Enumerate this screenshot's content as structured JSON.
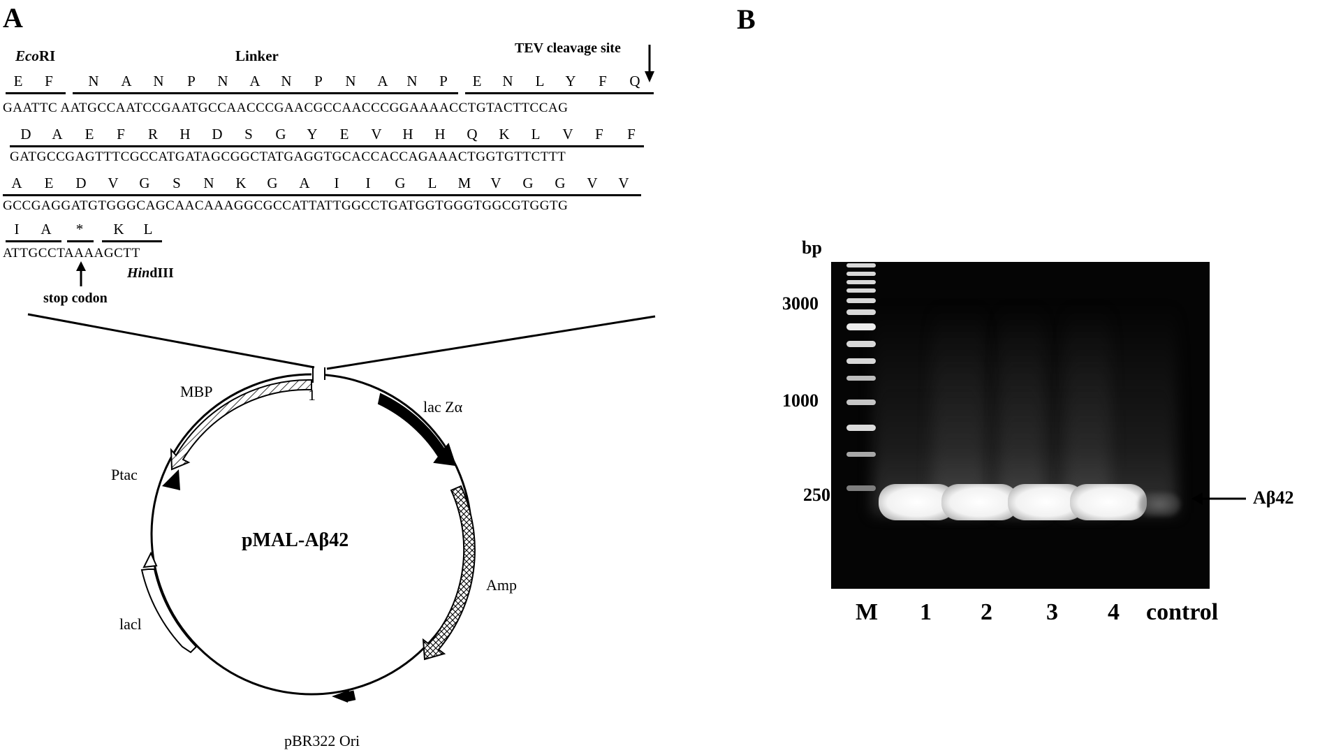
{
  "panel_a": {
    "letter": "A",
    "ecori_italic": "Eco",
    "ecori_rest": "RI",
    "linker": "Linker",
    "tev": "TEV cleavage site",
    "row1_aa": [
      "E",
      "F",
      "N",
      "A",
      "N",
      "P",
      "N",
      "A",
      "N",
      "P",
      "N",
      "A",
      "N",
      "P",
      "E",
      "N",
      "L",
      "Y",
      "F",
      "Q"
    ],
    "row1_seq": "GAATTC AATGCCAATCCGAATGCCAACCCGAACGCCAACCCGGAAAACCTGTACTTCCAG",
    "row2_aa": [
      "D",
      "A",
      "E",
      "F",
      "R",
      "H",
      "D",
      "S",
      "G",
      "Y",
      "E",
      "V",
      "H",
      "H",
      "Q",
      "K",
      "L",
      "V",
      "F",
      "F"
    ],
    "row2_seq": "GATGCCGAGTTTCGCCATGATAGCGGCTATGAGGTGCACCACCAGAAACTGGTGTTCTTT",
    "row3_aa": [
      "A",
      "E",
      "D",
      "V",
      "G",
      "S",
      "N",
      "K",
      "G",
      "A",
      "I",
      "I",
      "G",
      "L",
      "M",
      "V",
      "G",
      "G",
      "V",
      "V"
    ],
    "row3_seq": "GCCGAGGATGTGGGCAGCAACAAAGGCGCCATTATTGGCCTGATGGTGGGTGGCGTGGTG",
    "row4_aa": [
      "I",
      "A",
      "*",
      "K",
      "L"
    ],
    "row4_seq": "ATTGCCTAAAAGCTT",
    "hind_italic": "Hin",
    "hind_rest": "dIII",
    "stop_codon": "stop codon",
    "plasmid_name": "pMAL-Aβ42",
    "site_one": "1",
    "features": {
      "mbp": "MBP",
      "lacz": "lac Zα",
      "ptac": "Ptac",
      "amp": "Amp",
      "lacl": "lacl",
      "ori": "pBR322 Ori"
    }
  },
  "panel_b": {
    "letter": "B",
    "bp": "bp",
    "size_markers": [
      "3000",
      "1000",
      "250"
    ],
    "lanes": [
      "M",
      "1",
      "2",
      "3",
      "4",
      "control"
    ],
    "product": "Aβ42"
  }
}
